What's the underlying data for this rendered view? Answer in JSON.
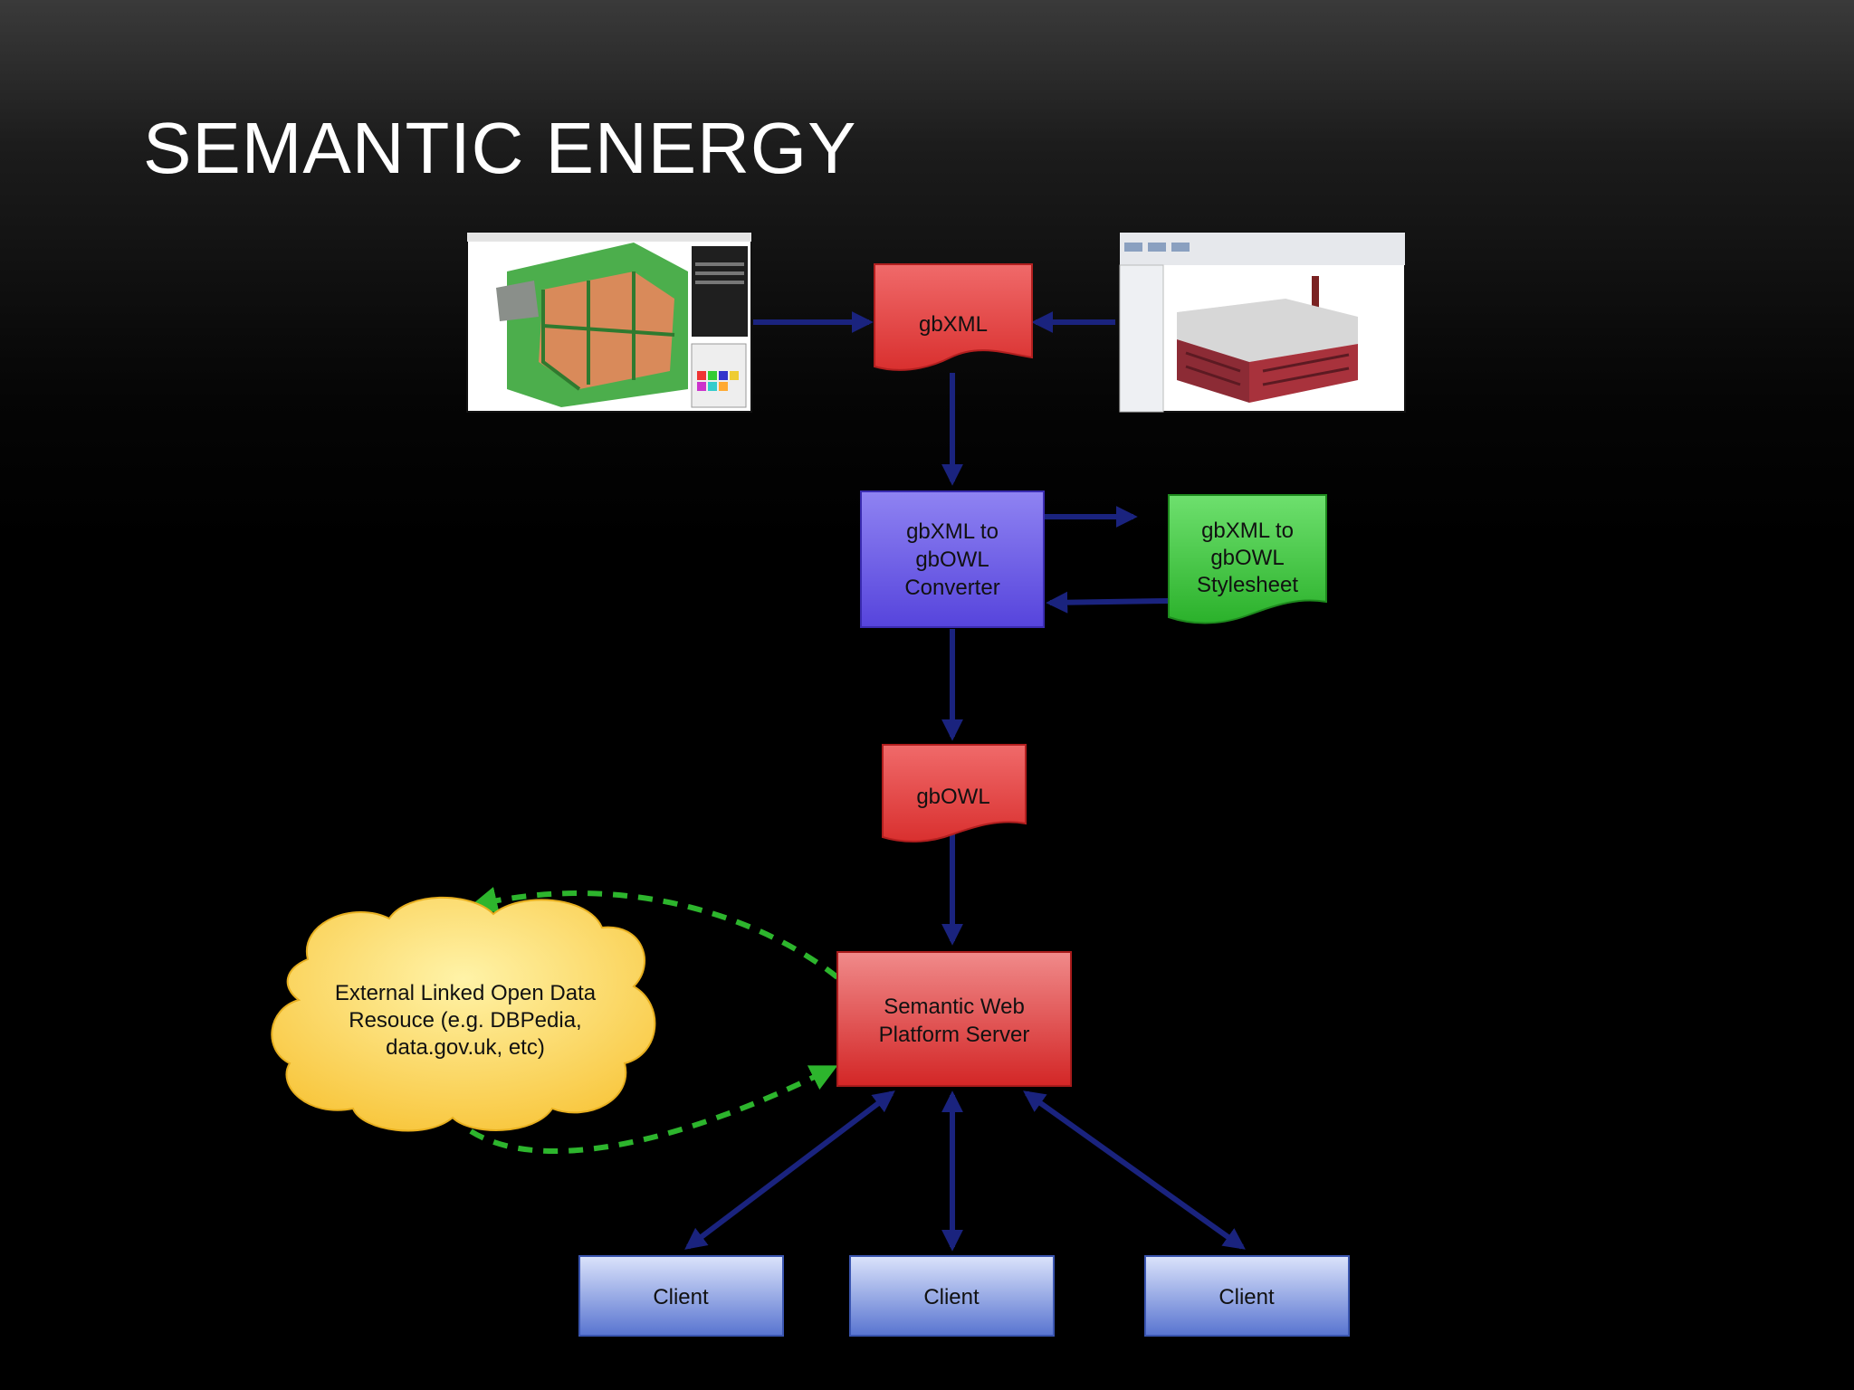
{
  "slide": {
    "title": "SEMANTIC ENERGY"
  },
  "nodes": {
    "gbxml": {
      "label": "gbXML"
    },
    "converter": {
      "lines": [
        "gbXML to",
        "gbOWL",
        "Converter"
      ]
    },
    "stylesheet": {
      "lines": [
        "gbXML to",
        "gbOWL",
        "Stylesheet"
      ]
    },
    "gbowl": {
      "label": "gbOWL"
    },
    "server": {
      "lines": [
        "Semantic Web",
        "Platform Server"
      ]
    },
    "cloud": {
      "lines": [
        "External Linked Open Data",
        "Resouce (e.g. DBPedia,",
        "data.gov.uk, etc)"
      ]
    },
    "clients": [
      {
        "label": "Client"
      },
      {
        "label": "Client"
      },
      {
        "label": "Client"
      }
    ]
  },
  "colors": {
    "arrow": "#1a237e",
    "dashed_arrow": "#2db52d",
    "doc_red": "#e0393a",
    "converter_blue": "#6b5be6",
    "stylesheet_green": "#3bc43b",
    "server_red": "#d93535",
    "client_blue": "#6d86d8",
    "cloud_yellow": "#fbd24a"
  },
  "icons": {
    "left_screenshot": "building-energy-model-screenshot",
    "right_screenshot": "bim-building-model-screenshot"
  }
}
